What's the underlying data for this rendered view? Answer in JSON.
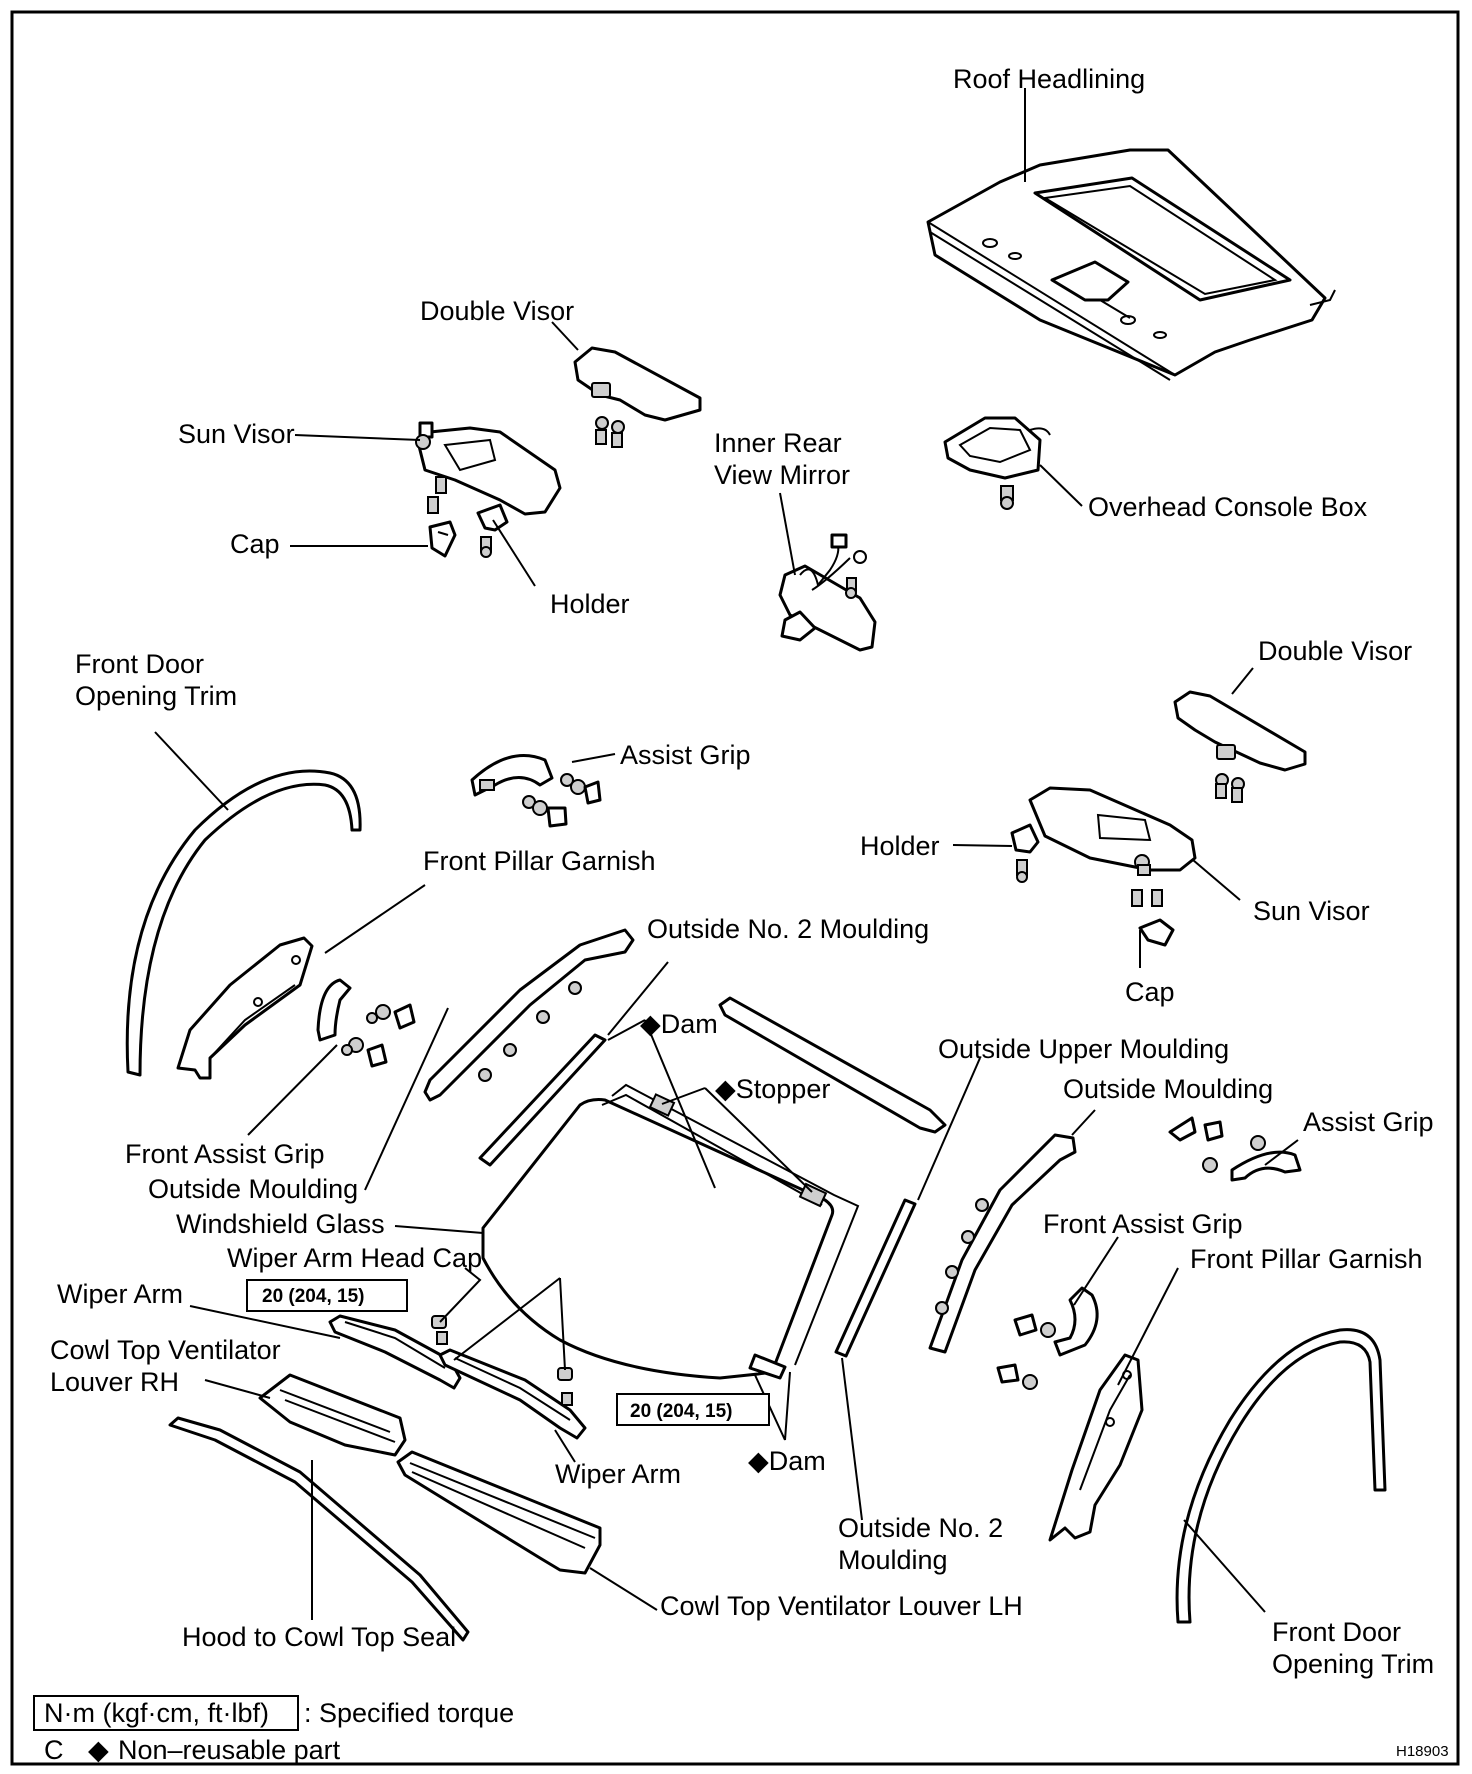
{
  "diagram": {
    "labels": {
      "roof_headlining": "Roof Headlining",
      "double_visor_left": "Double Visor",
      "sun_visor_left": "Sun Visor",
      "cap_left": "Cap",
      "holder_left": "Holder",
      "inner_mirror_line1": "Inner Rear",
      "inner_mirror_line2": "View Mirror",
      "overhead_console": "Overhead Console Box",
      "front_door_trim_left_line1": "Front Door",
      "front_door_trim_left_line2": "Opening Trim",
      "assist_grip_top": "Assist Grip",
      "double_visor_right": "Double Visor",
      "holder_right": "Holder",
      "sun_visor_right": "Sun Visor",
      "cap_right": "Cap",
      "front_pillar_garnish_left": "Front Pillar Garnish",
      "outside_no2_moulding_top": "Outside No. 2 Moulding",
      "dam_top": "Dam",
      "stopper": "Stopper",
      "outside_upper_moulding": "Outside Upper Moulding",
      "outside_moulding_right": "Outside Moulding",
      "assist_grip_right": "Assist Grip",
      "front_assist_grip_left": "Front Assist Grip",
      "outside_moulding_left": "Outside Moulding",
      "windshield_glass": "Windshield Glass",
      "wiper_arm_head_cap": "Wiper Arm Head Cap",
      "front_assist_grip_right": "Front Assist Grip",
      "front_pillar_garnish_right": "Front Pillar Garnish",
      "wiper_arm_left": "Wiper Arm",
      "cowl_louver_rh_line1": "Cowl Top Ventilator",
      "cowl_louver_rh_line2": "Louver RH",
      "wiper_arm_bottom": "Wiper Arm",
      "dam_bottom": "Dam",
      "outside_no2_moulding_bottom_line1": "Outside No. 2",
      "outside_no2_moulding_bottom_line2": "Moulding",
      "cowl_louver_lh": "Cowl Top Ventilator Louver LH",
      "hood_to_cowl_seal": "Hood to Cowl Top Seal",
      "front_door_trim_right_line1": "Front Door",
      "front_door_trim_right_line2": "Opening Trim"
    },
    "non_reusable_symbol": "◆",
    "torque_specs": {
      "left": "20 (204, 15)",
      "right": "20 (204, 15)"
    },
    "legend": {
      "torque_units": "N·m (kgf·cm, ft·lbf)",
      "torque_desc": ": Specified torque",
      "mark_prefix": "C",
      "mark_symbol": "◆",
      "mark_desc": "Non–reusable part"
    },
    "figure_id": "H18903"
  }
}
